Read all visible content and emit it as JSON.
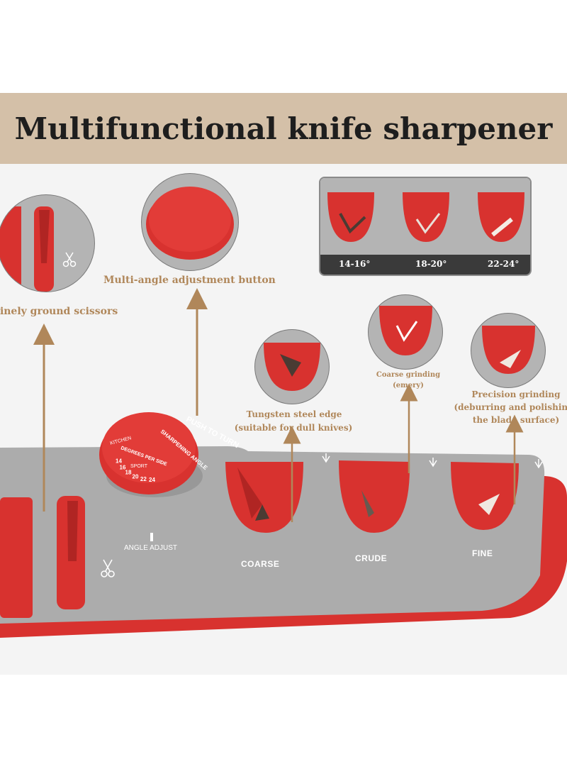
{
  "title": "Multifunctional knife sharpener",
  "callouts": {
    "scissors": "Finely ground scissors",
    "angle_button": "Multi-angle adjustment button",
    "tungsten_line1": "Tungsten steel edge",
    "tungsten_line2": "(suitable for dull knives)",
    "coarse_line1": "Coarse grinding",
    "coarse_line2": "(emery)",
    "precision_line1": "Precision grinding",
    "precision_line2": "(deburring and polishing",
    "precision_line3": "the blade surface)"
  },
  "angles": [
    "14-16°",
    "18-20°",
    "22-24°"
  ],
  "slots": [
    "COARSE",
    "CRUDE",
    "FINE"
  ],
  "knob": {
    "push_to_turn": "PUSH TO TURN",
    "sharpening_angle": "SHARPENING ANGLE",
    "degrees_per_side": "DEGREES PER SIDE",
    "kitchen": "KITCHEN",
    "sport": "SPORT",
    "numbers": [
      "14",
      "16",
      "18",
      "20",
      "22",
      "24"
    ]
  },
  "angle_adjust_label": "ANGLE ADJUST",
  "colors": {
    "banner": "#d4c0a8",
    "caption": "#b0875a",
    "red": "#d8322f",
    "grey": "#a9a9a9"
  }
}
